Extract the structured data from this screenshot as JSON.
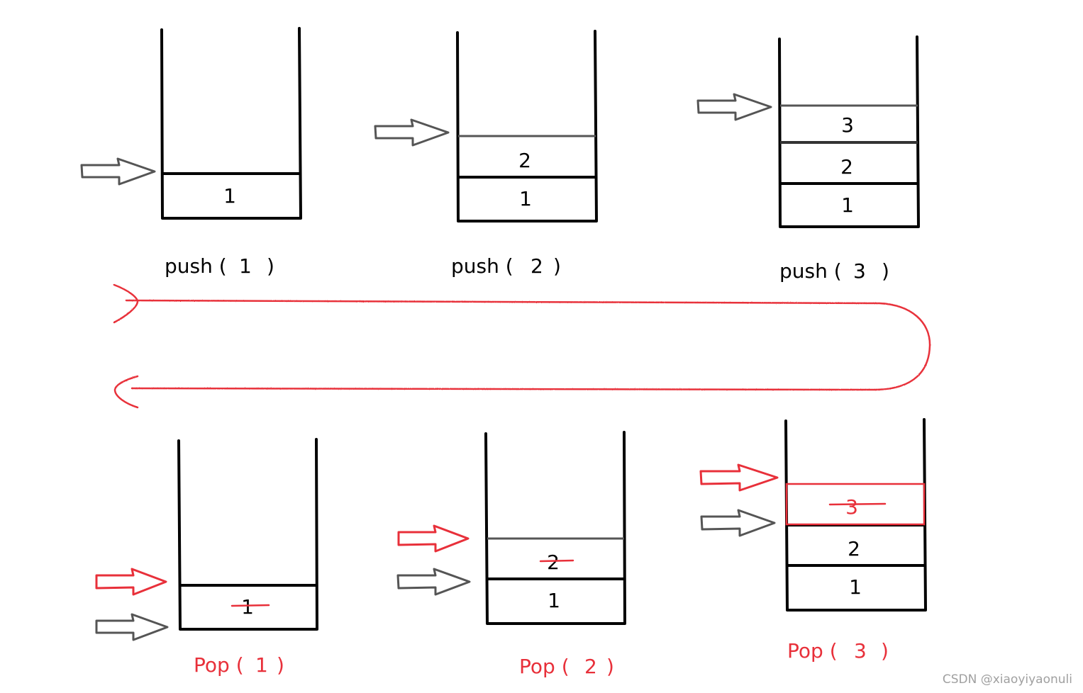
{
  "colors": {
    "ink": "#000000",
    "arrow_gray": "#555555",
    "red": "#e8303a",
    "watermark": "#a0a0a0"
  },
  "icons": [
    "pointer-arrow-icon",
    "loop-arrow-icon"
  ],
  "push_stacks": [
    {
      "values": [
        "1"
      ],
      "label": {
        "op": "push (",
        "arg": "1",
        "close": ")"
      }
    },
    {
      "values": [
        "1",
        "2"
      ],
      "label": {
        "op": "push (",
        "arg": "2",
        "close": ")"
      }
    },
    {
      "values": [
        "1",
        "2",
        "3"
      ],
      "label": {
        "op": "push (",
        "arg": "3",
        "close": ")"
      }
    }
  ],
  "pop_stacks": [
    {
      "values": [
        "1"
      ],
      "removed": "1",
      "label": {
        "op": "Pop (",
        "arg": "1",
        "close": ")"
      }
    },
    {
      "values": [
        "1",
        "2"
      ],
      "removed": "2",
      "label": {
        "op": "Pop (",
        "arg": "2",
        "close": ")"
      }
    },
    {
      "values": [
        "1",
        "2",
        "3"
      ],
      "removed": "3",
      "label": {
        "op": "Pop (",
        "arg": "3",
        "close": ")"
      }
    }
  ],
  "watermark": "CSDN @xiaoyiyaonuli"
}
